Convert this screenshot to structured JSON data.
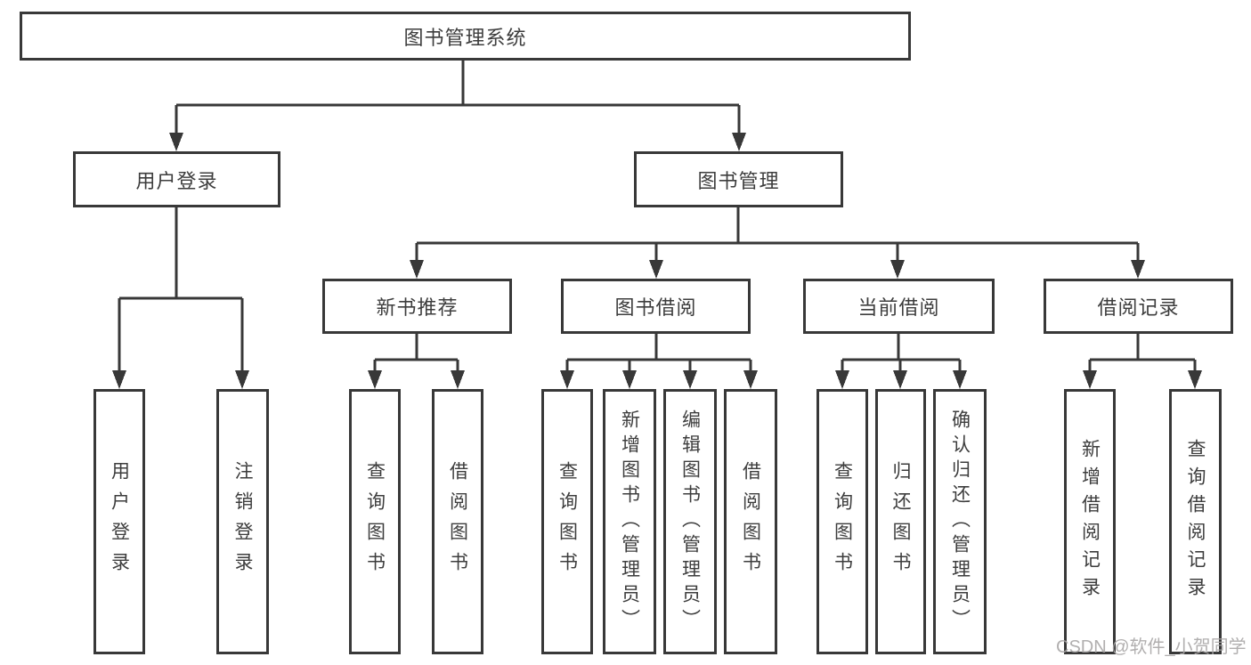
{
  "tree": {
    "label": "图书管理系统",
    "children": [
      {
        "label": "用户登录",
        "children": [
          {
            "label": "用户登录"
          },
          {
            "label": "注销登录"
          }
        ]
      },
      {
        "label": "图书管理",
        "children": [
          {
            "label": "新书推荐",
            "children": [
              {
                "label": "查询图书"
              },
              {
                "label": "借阅图书"
              }
            ]
          },
          {
            "label": "图书借阅",
            "children": [
              {
                "label": "查询图书"
              },
              {
                "label": "新增图书（管理员）"
              },
              {
                "label": "编辑图书（管理员）"
              },
              {
                "label": "借阅图书"
              }
            ]
          },
          {
            "label": "当前借阅",
            "children": [
              {
                "label": "查询图书"
              },
              {
                "label": "归还图书"
              },
              {
                "label": "确认归还（管理员）"
              }
            ]
          },
          {
            "label": "借阅记录",
            "children": [
              {
                "label": "新增借阅记录"
              },
              {
                "label": "查询借阅记录"
              }
            ]
          }
        ]
      }
    ]
  },
  "watermark": "CSDN @软件_小贺同学",
  "colors": {
    "line": "#383838",
    "text": "#3d3d3d",
    "background": "#ffffff",
    "watermark": "#a8a6a6"
  }
}
